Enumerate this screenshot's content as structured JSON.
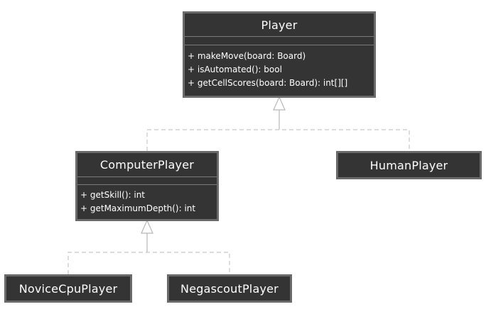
{
  "colors": {
    "box_fill": "#343434",
    "box_border": "#6a6a6a",
    "text": "#ffffff",
    "edge": "#c8c8c8"
  },
  "classes": {
    "player": {
      "name": "Player",
      "methods": [
        "+ makeMove(board: Board)",
        "+ isAutomated(): bool",
        "+ getCellScores(board: Board): int[][]"
      ]
    },
    "computer_player": {
      "name": "ComputerPlayer",
      "methods": [
        "+ getSkill(): int",
        "+ getMaximumDepth(): int"
      ]
    },
    "human_player": {
      "name": "HumanPlayer"
    },
    "novice_cpu_player": {
      "name": "NoviceCpuPlayer"
    },
    "negascout_player": {
      "name": "NegascoutPlayer"
    }
  },
  "relations": [
    {
      "from": "ComputerPlayer",
      "to": "Player",
      "type": "realization"
    },
    {
      "from": "HumanPlayer",
      "to": "Player",
      "type": "realization"
    },
    {
      "from": "NoviceCpuPlayer",
      "to": "ComputerPlayer",
      "type": "realization"
    },
    {
      "from": "NegascoutPlayer",
      "to": "ComputerPlayer",
      "type": "realization"
    }
  ]
}
